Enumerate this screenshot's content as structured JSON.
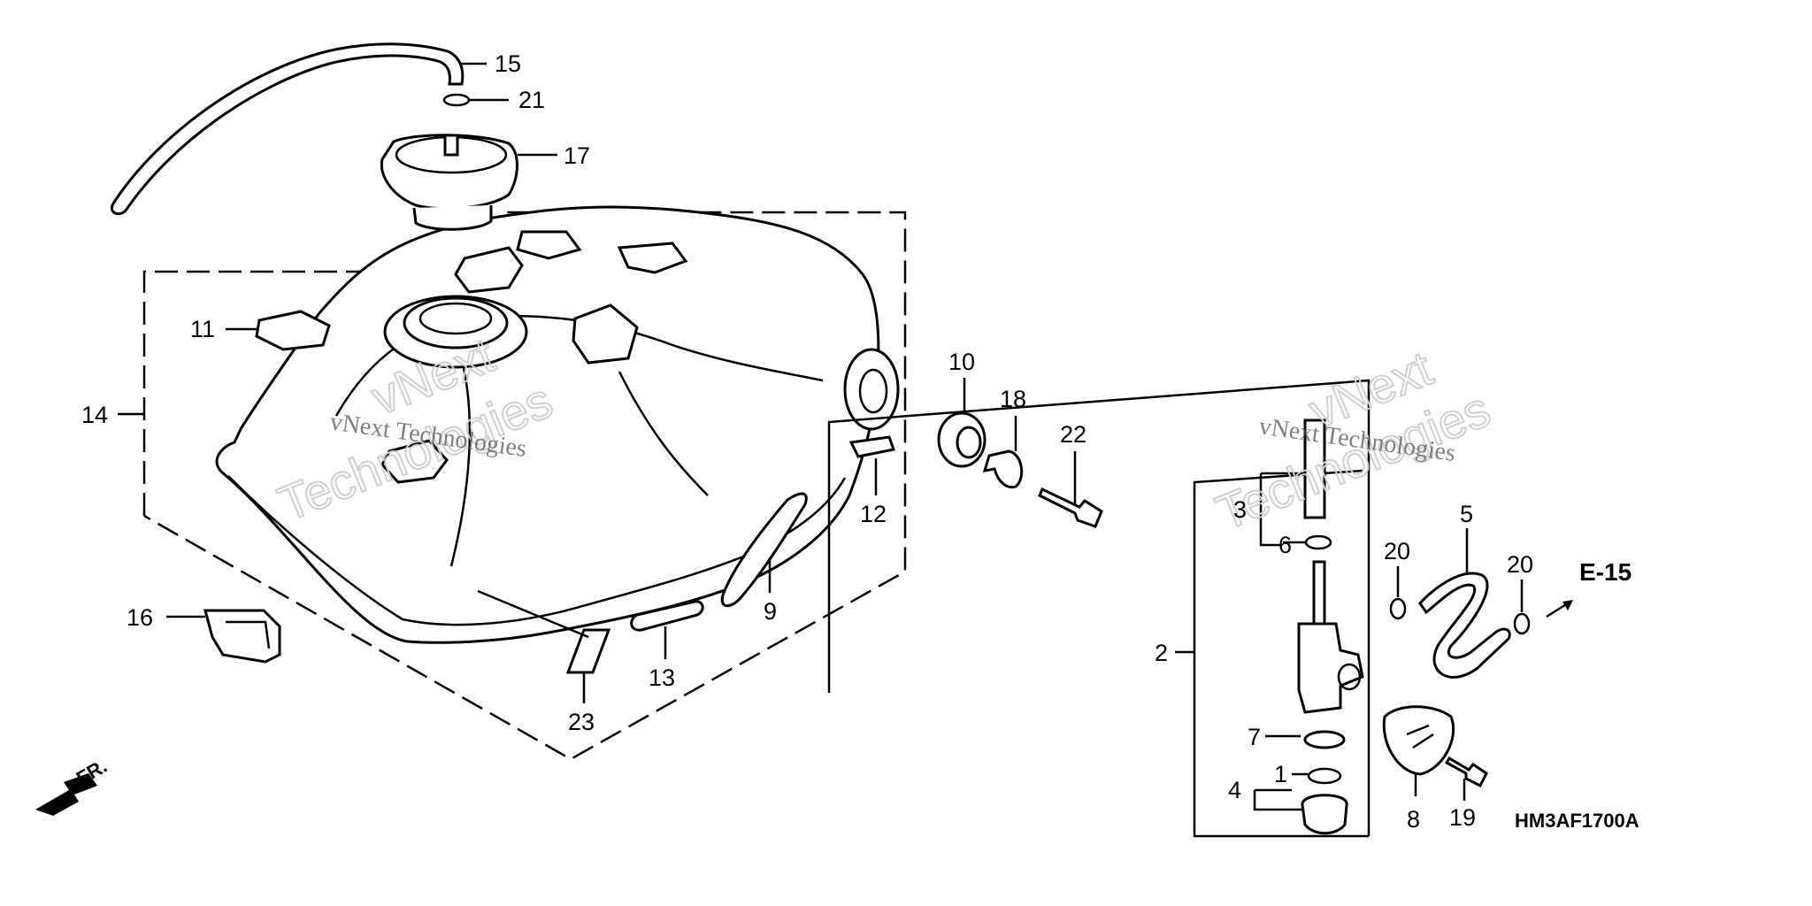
{
  "diagram": {
    "part_labels": {
      "p1": "1",
      "p2": "2",
      "p3": "3",
      "p4": "4",
      "p5": "5",
      "p6": "6",
      "p7": "7",
      "p8": "8",
      "p9": "9",
      "p10": "10",
      "p11": "11",
      "p12": "12",
      "p13": "13",
      "p14": "14",
      "p15": "15",
      "p16": "16",
      "p17": "17",
      "p18": "18",
      "p19": "19",
      "p20a": "20",
      "p20b": "20",
      "p21": "21",
      "p22": "22",
      "p23": "23"
    },
    "reference": "E-15",
    "direction": "FR.",
    "drawing_code": "HM3AF1700A"
  },
  "watermark": {
    "line1": "vNext",
    "line2": "Technologies",
    "small": "vNext Technologies"
  },
  "colors": {
    "line": "#000000",
    "background": "#ffffff",
    "watermark": "#cfcfcf"
  }
}
